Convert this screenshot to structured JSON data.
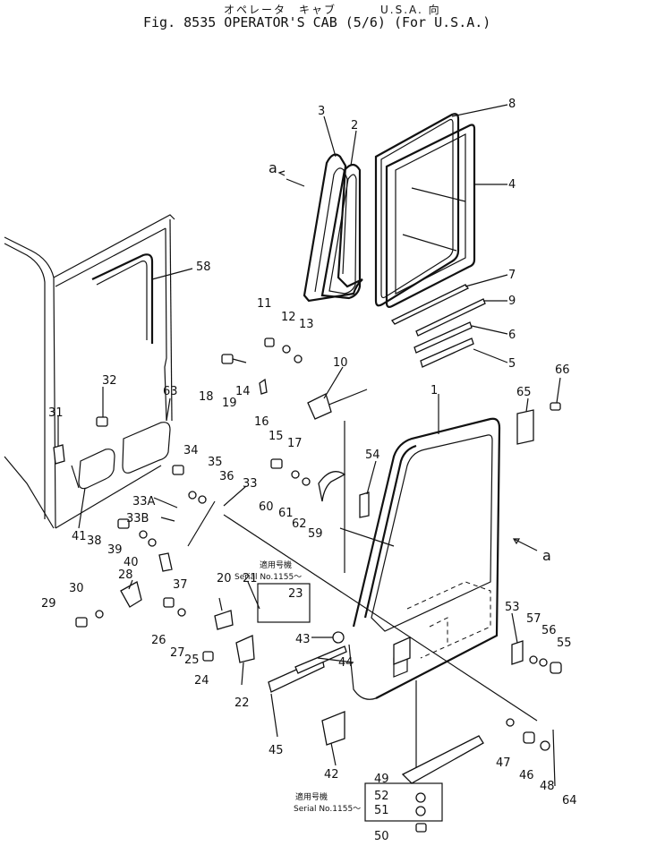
{
  "header": {
    "jp_left": "オペレータ　キャブ",
    "jp_right": "U.S.A. 向",
    "title": "Fig. 8535   OPERATOR'S CAB (5/6) (For U.S.A.)"
  },
  "view_markers": [
    "a",
    "a"
  ],
  "notes": {
    "serial_a_jp": "適用号機",
    "serial_a": "Serial No.1155～",
    "serial_b_jp": "適用号機",
    "serial_b": "Serial No.1155～"
  },
  "callouts": [
    "1",
    "2",
    "3",
    "4",
    "5",
    "6",
    "7",
    "8",
    "9",
    "10",
    "11",
    "12",
    "13",
    "14",
    "15",
    "16",
    "17",
    "18",
    "19",
    "20",
    "21",
    "22",
    "23",
    "24",
    "25",
    "26",
    "27",
    "28",
    "29",
    "30",
    "31",
    "32",
    "33",
    "33A",
    "33B",
    "34",
    "35",
    "36",
    "37",
    "38",
    "39",
    "40",
    "41",
    "42",
    "43",
    "44",
    "45",
    "46",
    "47",
    "48",
    "49",
    "50",
    "51",
    "52",
    "53",
    "54",
    "55",
    "56",
    "57",
    "58",
    "59",
    "60",
    "61",
    "62",
    "63",
    "64",
    "65",
    "66"
  ]
}
